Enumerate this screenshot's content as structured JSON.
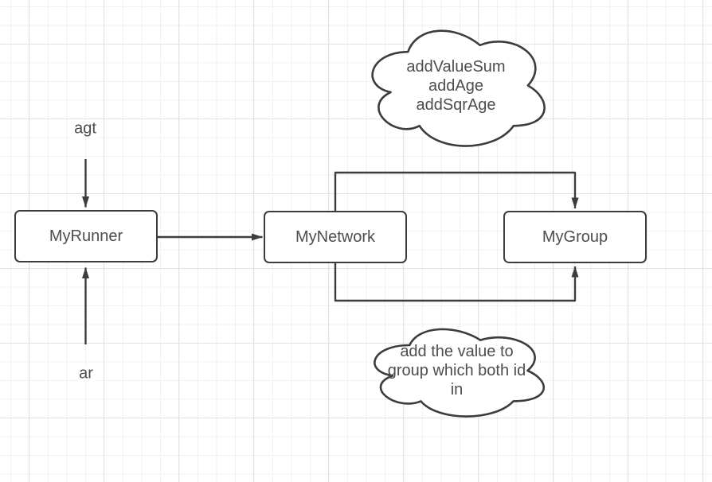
{
  "diagram": {
    "nodes": [
      {
        "label": "MyRunner"
      },
      {
        "label": "MyNetwork"
      },
      {
        "label": "MyGroup"
      }
    ],
    "edge_labels": [
      {
        "text": "agt"
      },
      {
        "text": "ar"
      }
    ],
    "clouds": [
      {
        "text": "addValueSum\naddAge\naddSqrAge"
      },
      {
        "text": "add the value to\ngroup which both id\nin"
      }
    ],
    "colors": {
      "stroke": "#3c3c3c",
      "text": "#4d4d4d",
      "node_fill": "#ffffff",
      "background": "#ffffff",
      "grid_minor": "#f1f1f1",
      "grid_major": "#e3e3e3"
    }
  }
}
